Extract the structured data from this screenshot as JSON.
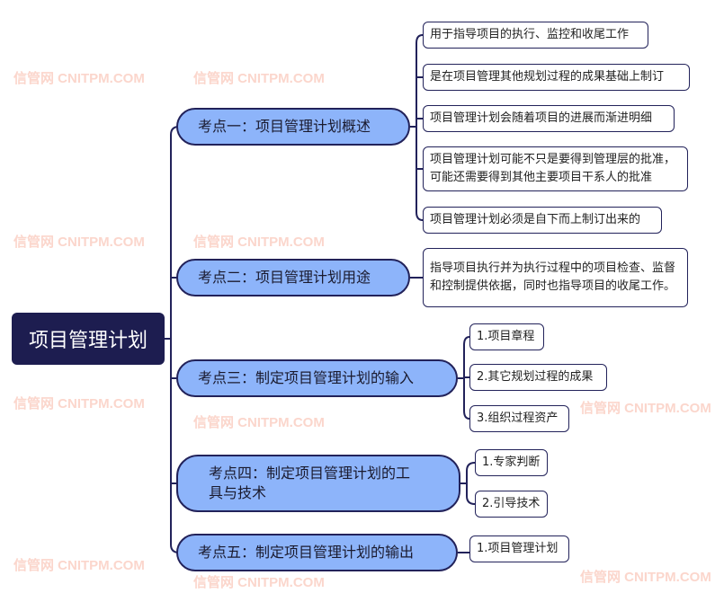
{
  "watermark": "信管网 CNITPM.COM",
  "root": "项目管理计划",
  "colors": {
    "navy": "#22225a",
    "node_fill": "#8db4fa",
    "root_fill": "#1d1d50",
    "watermark": "#fbd6cc"
  },
  "branches": [
    {
      "label": "考点一：项目管理计划概述",
      "children": [
        "用于指导项目的执行、监控和收尾工作",
        "是在项目管理其他规划过程的成果基础上制订",
        "项目管理计划会随着项目的进展而渐进明细",
        "项目管理计划可能不只是要得到管理层的批准，可能还需要得到其他主要项目干系人的批准",
        "项目管理计划必须是自下而上制订出来的"
      ]
    },
    {
      "label": "考点二：项目管理计划用途",
      "children": [
        "指导项目执行并为执行过程中的项目检查、监督和控制提供依据，同时也指导项目的收尾工作。"
      ]
    },
    {
      "label": "考点三：制定项目管理计划的输入",
      "children": [
        "1.项目章程",
        "2.其它规划过程的成果",
        "3.组织过程资产"
      ]
    },
    {
      "label": "考点四：制定项目管理计划的工具与技术",
      "children": [
        "1.专家判断",
        "2.引导技术"
      ]
    },
    {
      "label": "考点五：制定项目管理计划的输出",
      "children": [
        "1.项目管理计划"
      ]
    }
  ]
}
